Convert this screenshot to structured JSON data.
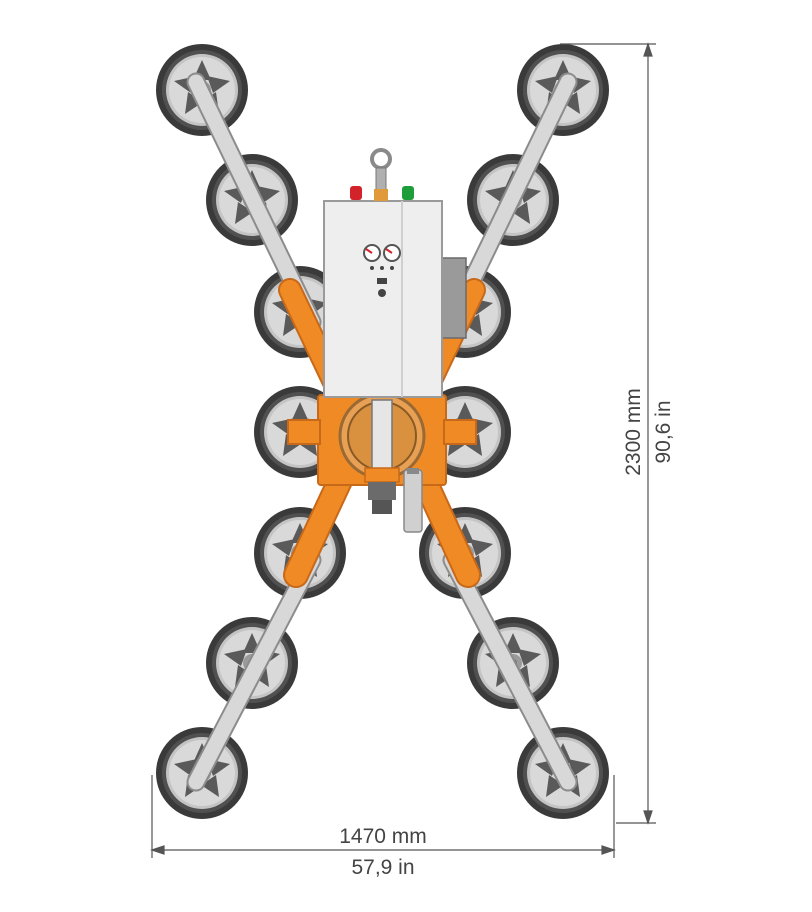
{
  "dimensions": {
    "width_mm": "1470 mm",
    "width_in": "57,9 in",
    "height_mm": "2300 mm",
    "height_in": "90,6 in"
  },
  "colors": {
    "frame": "#F08A24",
    "frame_dark": "#C8691A",
    "arm": "#D6D6D6",
    "pad_outer": "#3A3A3A",
    "pad_inner": "#B8B8B8",
    "housing": "#EDEDED",
    "lamp_red": "#D2232A",
    "lamp_green": "#1E9E3A",
    "dim_line": "#555555"
  },
  "components": {
    "suction_pads": 14,
    "gauges": 2,
    "signal_lamps": [
      "red",
      "green"
    ]
  }
}
